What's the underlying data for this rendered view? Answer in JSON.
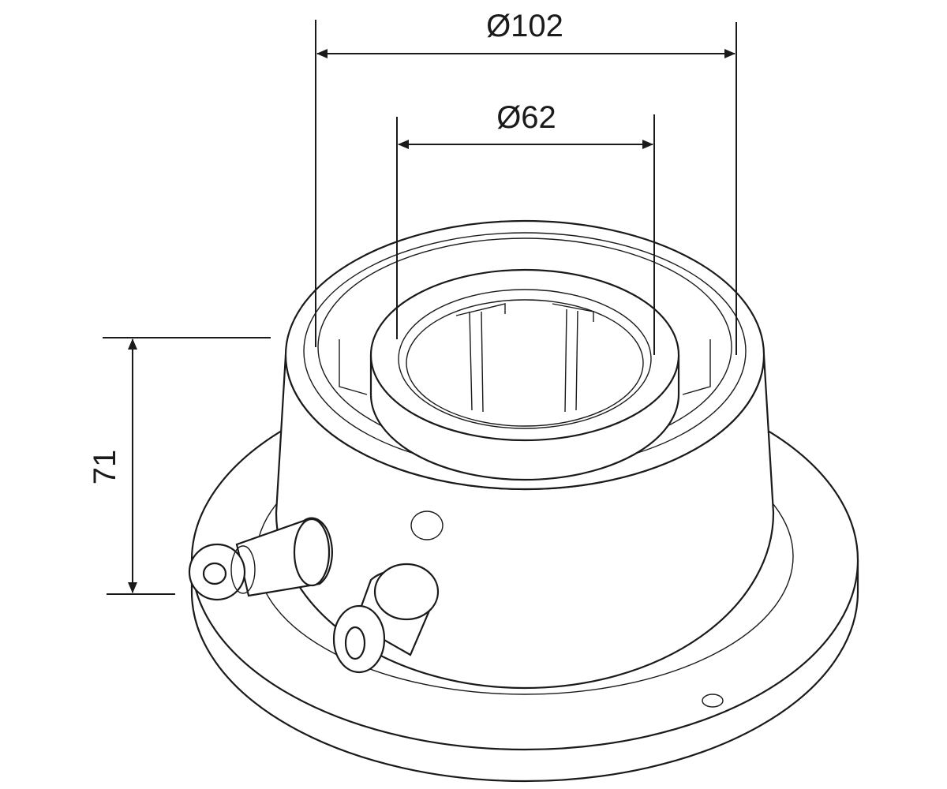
{
  "drawing": {
    "dimensions": {
      "outer_diameter": "Ø102",
      "inner_diameter": "Ø62",
      "height": "71"
    }
  }
}
